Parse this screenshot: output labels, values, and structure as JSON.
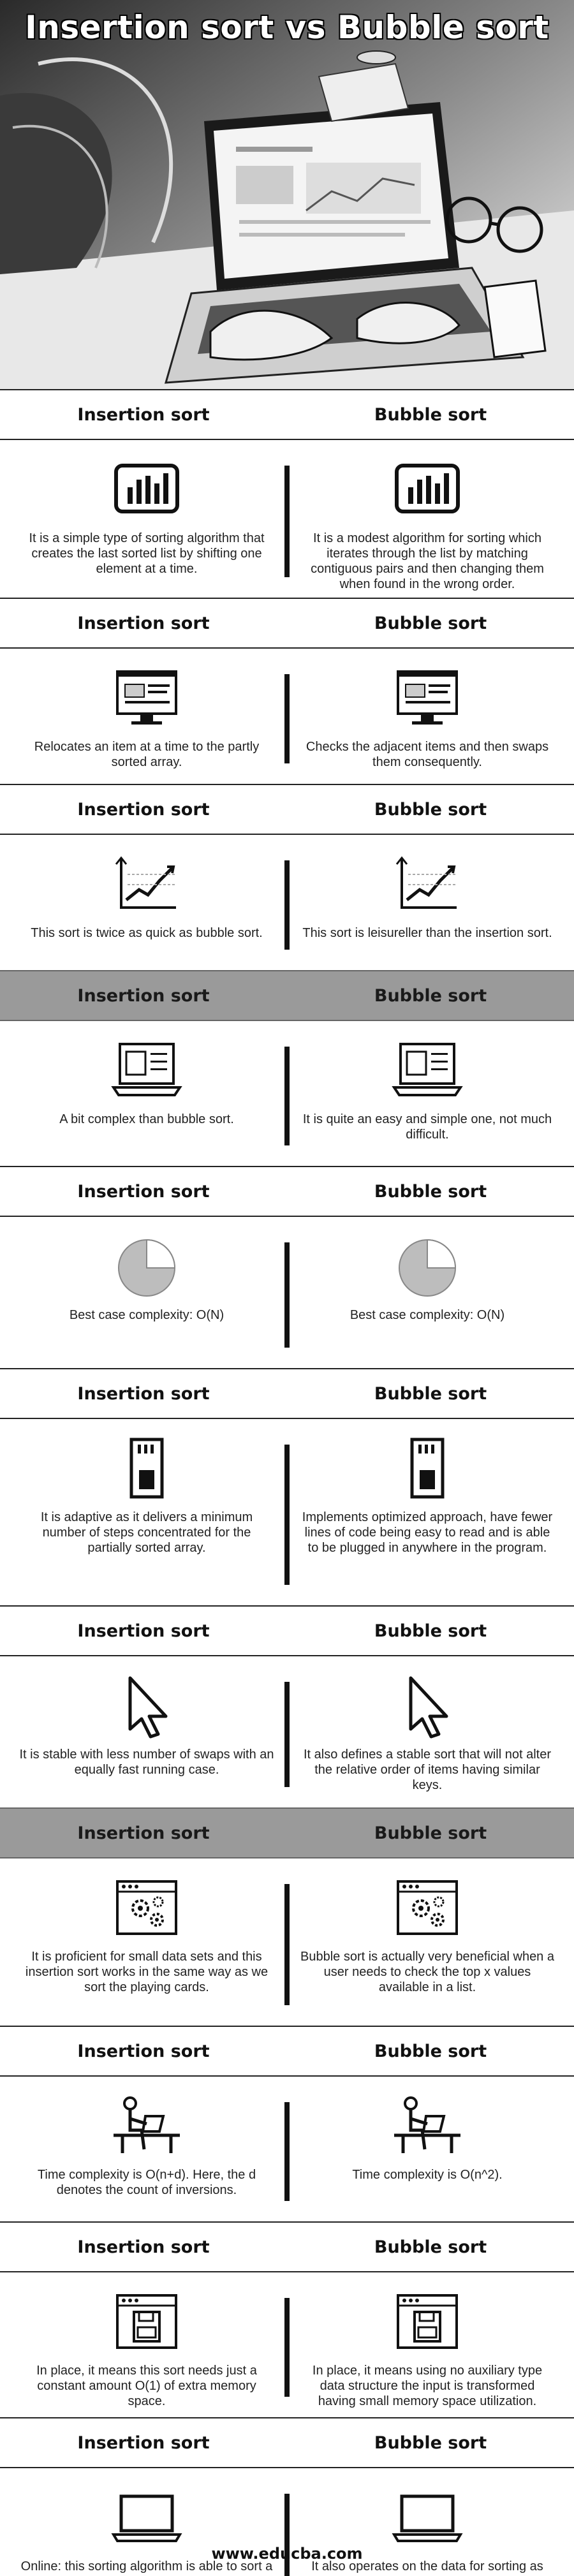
{
  "title": "Insertion sort vs Bubble sort",
  "headers": {
    "left": "Insertion sort",
    "right": "Bubble sort"
  },
  "rows": [
    {
      "icon_left": "bar-chart-icon",
      "icon_right": "bar-chart-icon",
      "left": "It is a simple type of sorting algorithm that creates the last sorted list by shifting one element at a time.",
      "right": "It is a modest algorithm for sorting which iterates through the list by matching contiguous pairs and then changing them when found in the wrong order."
    },
    {
      "icon_left": "monitor-icon",
      "icon_right": "monitor-icon",
      "left": "Relocates an item at a time to the partly sorted array.",
      "right": "Checks the adjacent items and then swaps them consequently."
    },
    {
      "icon_left": "growth-chart-icon",
      "icon_right": "growth-chart-icon",
      "left": "This sort is twice as quick as bubble sort.",
      "right": "This sort is leisureller than the insertion sort."
    },
    {
      "icon_left": "laptop-list-icon",
      "icon_right": "laptop-list-icon",
      "left": "A bit complex than bubble sort.",
      "right": "It is quite an easy and simple one, not much difficult."
    },
    {
      "icon_left": "pie-chart-icon",
      "icon_right": "pie-chart-icon",
      "left": "Best case complexity: O(N)",
      "right": "Best case complexity: O(N)"
    },
    {
      "icon_left": "sd-card-icon",
      "icon_right": "sd-card-icon",
      "left": "It is adaptive as it delivers a minimum number of steps concentrated for the partially sorted array.",
      "right": "Implements optimized approach, have fewer lines of code being easy to read and is able to be plugged in anywhere in the program."
    },
    {
      "icon_left": "cursor-icon",
      "icon_right": "cursor-icon",
      "left": "It is stable with less number of swaps with an equally fast running case.",
      "right": "It also defines a stable sort that will not alter the relative order of items having similar keys."
    },
    {
      "icon_left": "settings-window-icon",
      "icon_right": "settings-window-icon",
      "left": "It is proficient for small data sets and this insertion sort works in the same way as we sort the playing cards.",
      "right": "Bubble sort is actually very beneficial when a user needs to check the top x values available in a list."
    },
    {
      "icon_left": "person-laptop-icon",
      "icon_right": "person-laptop-icon",
      "left": "Time complexity is O(n+d). Here, the d denotes the count of inversions.",
      "right": "Time complexity is O(n^2)."
    },
    {
      "icon_left": "save-window-icon",
      "icon_right": "save-window-icon",
      "left": "In place, it means this sort needs just a constant amount O(1) of extra memory space.",
      "right": "In place, it means using no auxiliary type data structure the input is transformed having small memory space utilization."
    },
    {
      "icon_left": "laptop-icon",
      "icon_right": "laptop-icon",
      "left": "Online: this sorting algorithm is able to sort a list of records as it receives them.",
      "right": "It also operates on the data for sorting as delivered."
    }
  ],
  "footer": "www.educba.com"
}
